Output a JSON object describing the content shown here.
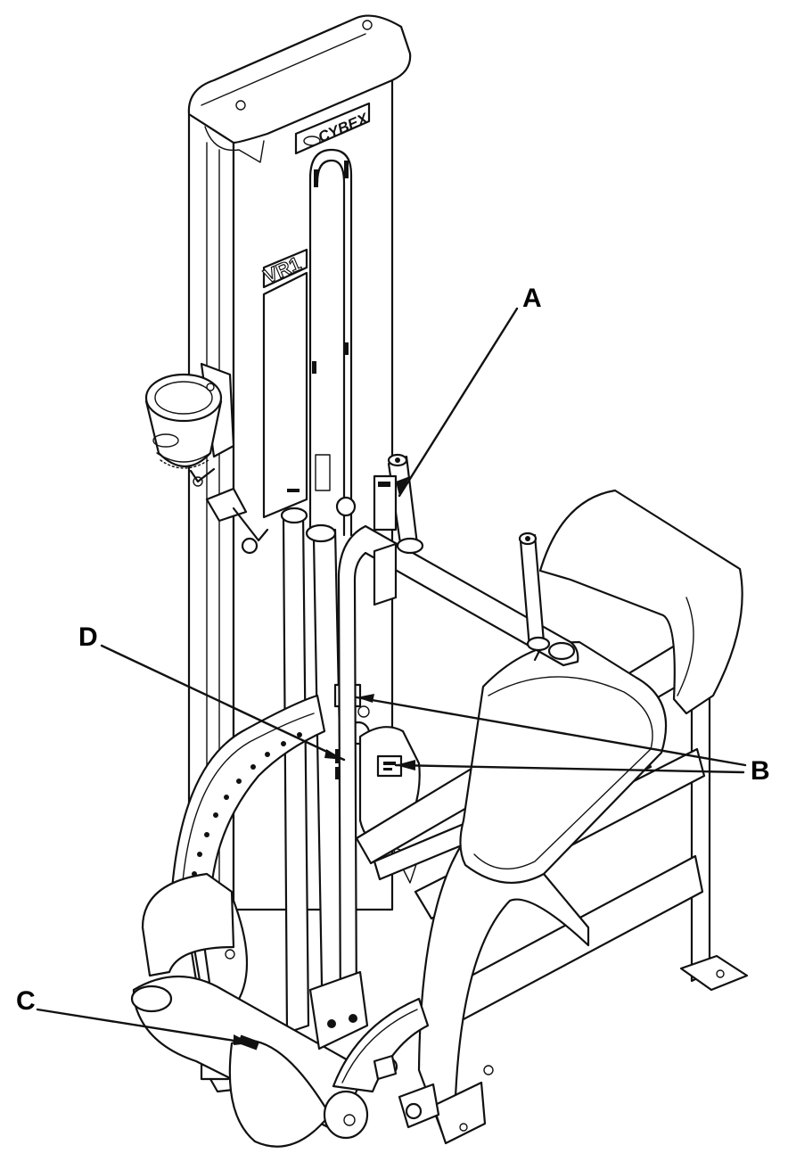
{
  "diagram": {
    "brand_label": "CYBEX",
    "model_label": "VR1",
    "callouts": [
      {
        "id": "A",
        "text": "A"
      },
      {
        "id": "B",
        "text": "B"
      },
      {
        "id": "C",
        "text": "C"
      },
      {
        "id": "D",
        "text": "D"
      }
    ]
  }
}
